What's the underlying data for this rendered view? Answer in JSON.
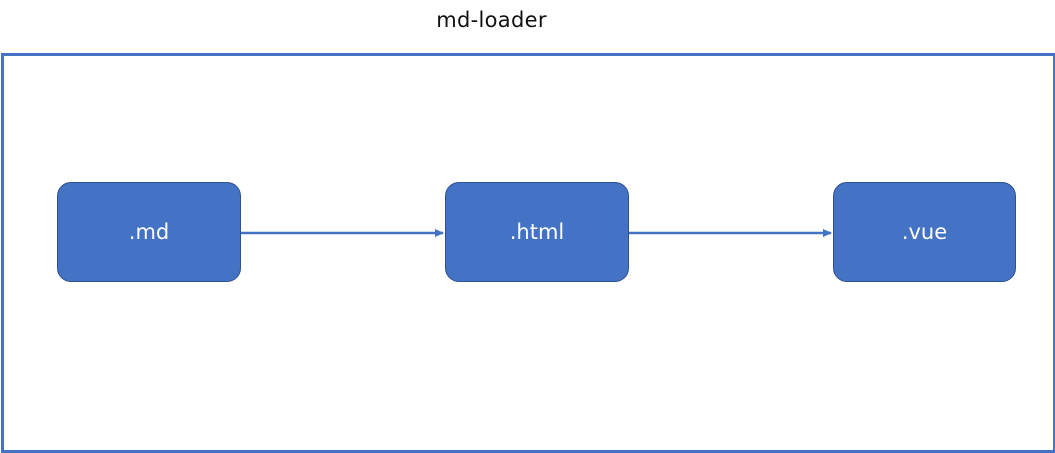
{
  "title": "md-loader",
  "nodes": [
    {
      "id": "md",
      "label": ".md"
    },
    {
      "id": "html",
      "label": ".html"
    },
    {
      "id": "vue",
      "label": ".vue"
    }
  ],
  "edges": [
    {
      "from": "md",
      "to": "html"
    },
    {
      "from": "html",
      "to": "vue"
    }
  ],
  "colors": {
    "accent": "#4472c4",
    "node_border": "#2f528f",
    "node_text": "#ffffff",
    "title_text": "#111111"
  }
}
